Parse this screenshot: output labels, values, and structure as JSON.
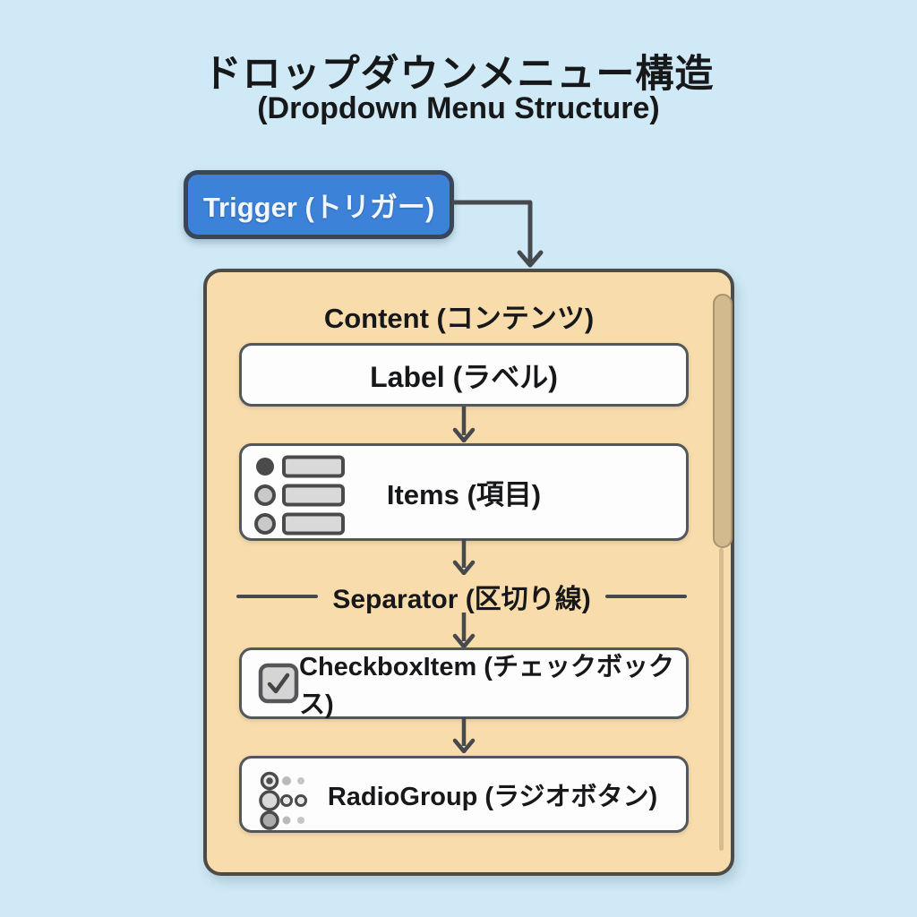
{
  "colors": {
    "background": "#cfe9f6",
    "trigger_fill": "#3c82d9",
    "trigger_border": "#39465a",
    "panel_fill": "#f8dcab",
    "panel_border": "#4c4b47",
    "node_fill": "#fdfdfd",
    "node_border": "#53575b",
    "line": "#46494d",
    "scrollbar_fill": "#d2b98e",
    "text": "#17181a"
  },
  "title": {
    "line1": "ドロップダウンメニュー構造",
    "line2": "(Dropdown Menu Structure)"
  },
  "diagram": {
    "trigger": {
      "label": "Trigger (トリガー)"
    },
    "content": {
      "title": "Content (コンテンツ)",
      "label_box": {
        "label": "Label (ラベル)"
      },
      "items_box": {
        "label": "Items (項目)"
      },
      "separator": {
        "label": "Separator (区切り線)"
      },
      "checkbox_item": {
        "label": "CheckboxItem (チェックボックス)"
      },
      "radio_group": {
        "label": "RadioGroup (ラジオボタン)"
      }
    }
  }
}
